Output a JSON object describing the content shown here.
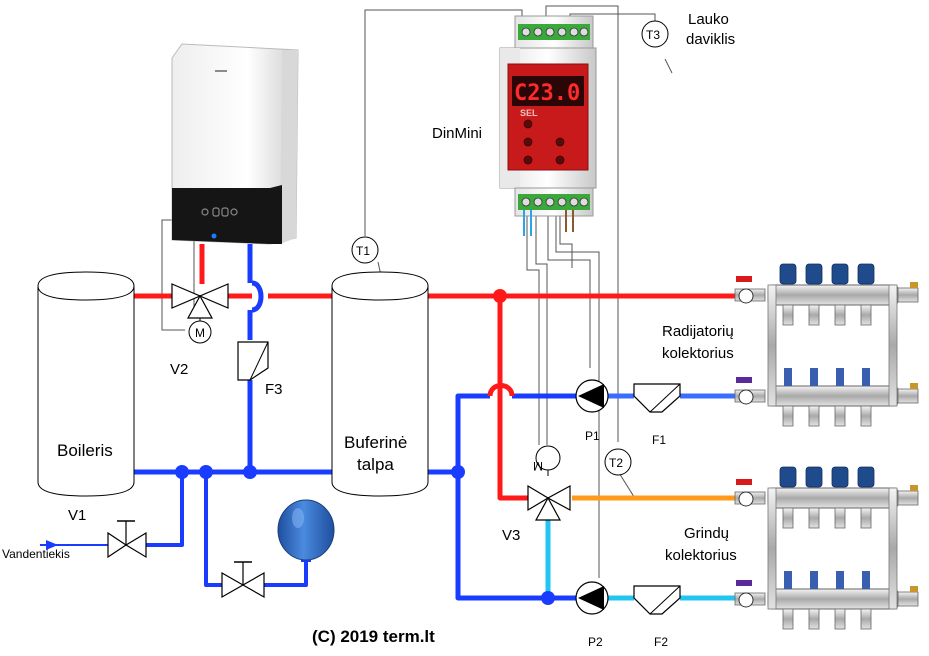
{
  "labels": {
    "boiler": "Boileris",
    "buffer_line1": "Buferinė",
    "buffer_line2": "talpa",
    "controller": "DinMini",
    "display": "C23.0",
    "sel": "SEL",
    "t1": "T1",
    "t2": "T2",
    "t3": "T3",
    "outdoor_line1": "Lauko",
    "outdoor_line2": "daviklis",
    "v1": "V1",
    "v2": "V2",
    "v3": "V3",
    "m": "M",
    "f1": "F1",
    "f2": "F2",
    "f3": "F3",
    "p1": "P1",
    "p2": "P2",
    "radiator_line1": "Radijatorių",
    "radiator_line2": "kolektorius",
    "floor_line1": "Grindų",
    "floor_line2": "kolektorius",
    "water_supply": "Vandentiekis",
    "copyright": "(C) 2019 term.lt"
  },
  "colors": {
    "hot": "#ff1a1a",
    "return": "#1a3cff",
    "floor_supply": "#ff9a1a",
    "floor_return": "#22c4f0",
    "controller": "#d71b1b",
    "terminal": "#3aa83a",
    "expansion_tank": "#2f6fc6"
  }
}
